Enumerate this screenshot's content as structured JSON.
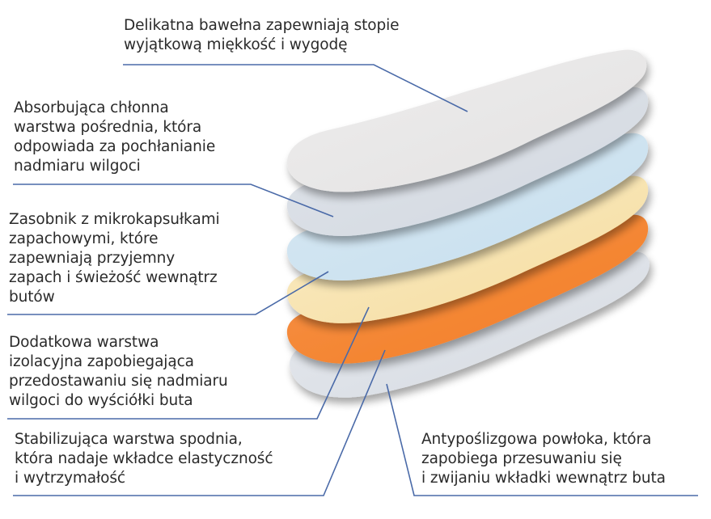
{
  "diagram": {
    "subject": "insole-layers",
    "colors": {
      "leader_line": "#4a6aa8",
      "text": "#2a2a2a",
      "layer_top_cotton": "#e8e7e7",
      "layer_absorbent": "#d9dee5",
      "layer_fragrance": "#cfe3f0",
      "layer_insulation": "#f7e2ad",
      "layer_stabilizing": "#f58a36",
      "layer_antislip": "#dde2e8"
    },
    "labels": [
      {
        "id": "cotton",
        "lines": [
          "Delikatna bawełna zapewniają stopie",
          "wyjątkową miękkość i wygodę"
        ]
      },
      {
        "id": "absorbent",
        "lines": [
          "Absorbująca chłonna",
          "warstwa pośrednia, która",
          "odpowiada za pochłanianie",
          "nadmiaru wilgoci"
        ]
      },
      {
        "id": "fragrance",
        "lines": [
          "Zasobnik z mikrokapsułkami",
          "zapachowymi, które",
          "zapewniają przyjemny",
          "zapach i świeżość wewnątrz",
          "butów"
        ]
      },
      {
        "id": "insulation",
        "lines": [
          "Dodatkowa warstwa",
          "izolacyjna zapobiegająca",
          "przedostawaniu się nadmiaru",
          "wilgoci do wyściółki buta"
        ]
      },
      {
        "id": "stabilizing",
        "lines": [
          "Stabilizująca warstwa spodnia,",
          "która nadaje wkładce elastyczność",
          "i wytrzymałość"
        ]
      },
      {
        "id": "antislip",
        "lines": [
          "Antypoślizgowa powłoka, która",
          "zapobiega przesuwaniu się",
          "i zwijaniu wkładki wewnątrz buta"
        ]
      }
    ]
  }
}
